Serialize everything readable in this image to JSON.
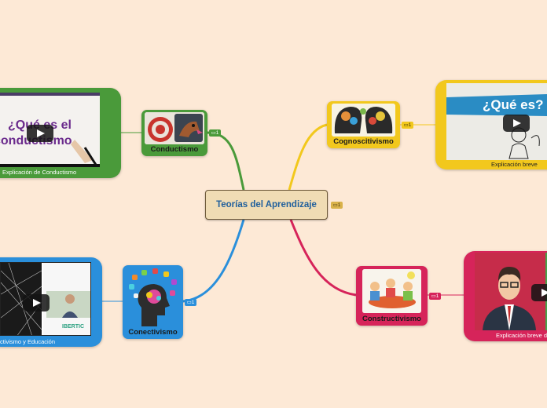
{
  "root": {
    "title": "Teorías del Aprendizaje",
    "note_count": "1"
  },
  "branches": {
    "conductismo": {
      "label": "Conductismo",
      "color": "#4a9a3a",
      "note_count": "1",
      "video": {
        "thumb_text_line1": "¿Qué es el",
        "thumb_text_line2": "conductismo",
        "caption": "Explicación de Conductismo"
      }
    },
    "cognoscitivismo": {
      "label": "Cognoscitivismo",
      "color": "#f2c81d",
      "note_count": "1",
      "video": {
        "thumb_text": "¿Qué es?",
        "caption": "Explicación breve"
      }
    },
    "conectivismo": {
      "label": "Conectivismo",
      "color": "#2a8fdb",
      "note_count": "1",
      "video": {
        "thumb_logo": "IBERTIC",
        "caption": "ctivismo y Educación"
      }
    },
    "constructivismo": {
      "label": "Constructivismo",
      "color": "#d6245a",
      "note_count": "1",
      "video": {
        "caption": "Explicación breve d"
      }
    }
  }
}
